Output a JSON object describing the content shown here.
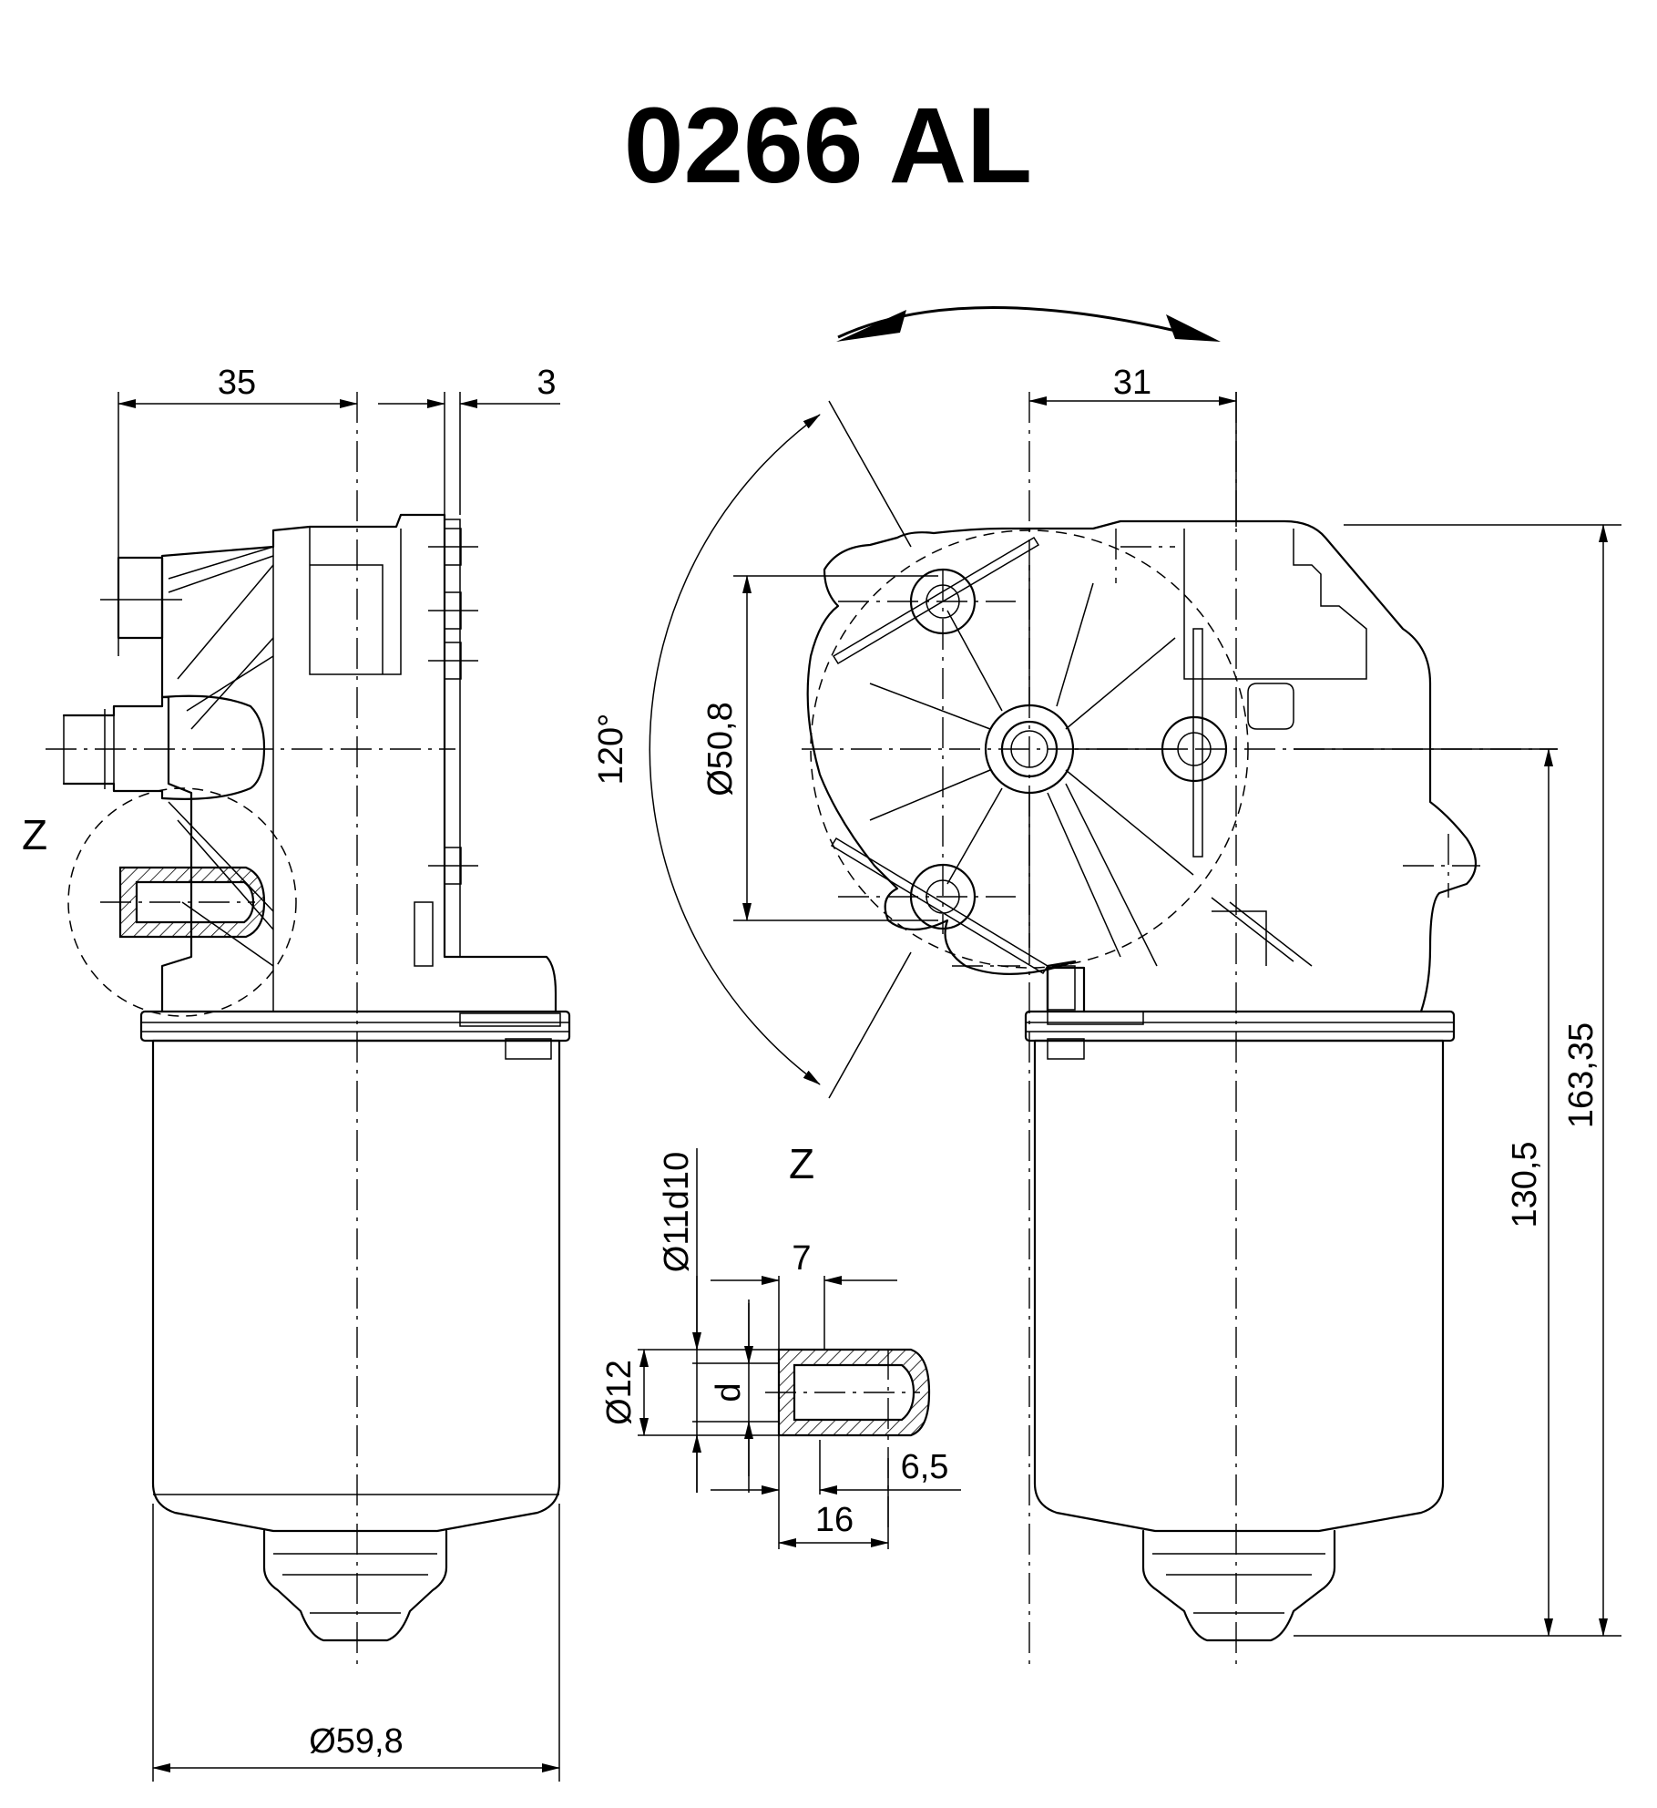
{
  "title": "0266 AL",
  "view_labels": {
    "detail_marker": "Z",
    "detail_title": "Z"
  },
  "dimensions": {
    "left_width": "35",
    "left_flange": "3",
    "left_diameter": "Ø59,8",
    "right_offset": "31",
    "bolt_circle": "Ø50,8",
    "angle": "120°",
    "height_shaft": "130,5",
    "height_total": "163,35",
    "detail_bore": "Ø11d10",
    "detail_outer": "Ø12",
    "detail_d": "d",
    "detail_7": "7",
    "detail_6_5": "6,5",
    "detail_16": "16"
  }
}
